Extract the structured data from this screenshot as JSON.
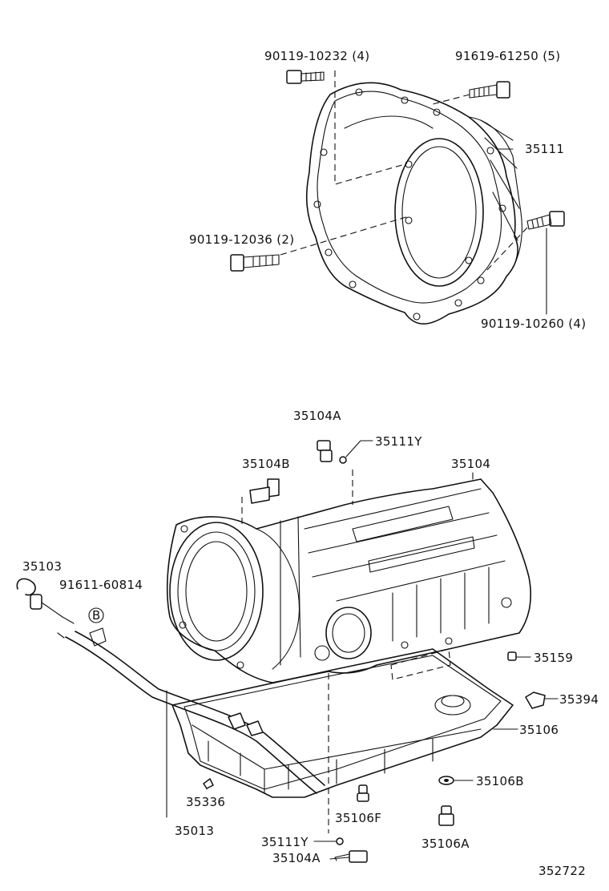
{
  "diagram": {
    "figure_number": "352722",
    "parts": {
      "bolt_top_left": "90119-10232 (4)",
      "bolt_top_right": "91619-61250 (5)",
      "bell_housing": "35111",
      "bolt_mid_left": "90119-12036 (2)",
      "bolt_bottom_right": "90119-10260 (4)",
      "plug_a_top": "35104A",
      "oring_top": "35111Y",
      "plug_b": "35104B",
      "transmission_case": "35104",
      "dipstick": "35103",
      "bolt_dipstick": "91611-60814",
      "callout_b": "B",
      "plug_35159": "35159",
      "magnet_35394": "35394",
      "oil_pan": "35106",
      "gasket_washer": "35106B",
      "drain_plug_small": "35106F",
      "drain_plug": "35106A",
      "tube_35336": "35336",
      "tube_assy": "35013",
      "oring_bottom": "35111Y",
      "plug_a_bottom": "35104A"
    }
  }
}
